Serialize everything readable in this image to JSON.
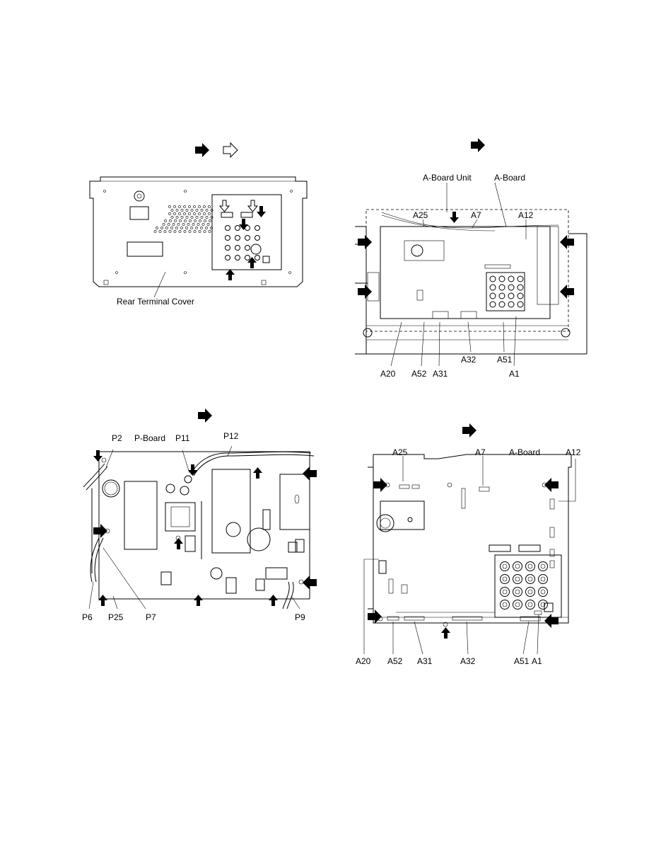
{
  "panel_rear_cover": {
    "label": "Rear Terminal Cover"
  },
  "panel_a_board_unit": {
    "labels": {
      "unit": "A-Board Unit",
      "board": "A-Board",
      "a25": "A25",
      "a7": "A7",
      "a12": "A12",
      "a20": "A20",
      "a52": "A52",
      "a31": "A31",
      "a32": "A32",
      "a51": "A51",
      "a1": "A1"
    }
  },
  "panel_p_board": {
    "labels": {
      "p2": "P2",
      "board": "P-Board",
      "p11": "P11",
      "p12": "P12",
      "p6": "P6",
      "p25": "P25",
      "p7": "P7",
      "p9": "P9"
    }
  },
  "panel_a_board": {
    "labels": {
      "a25": "A25",
      "a7": "A7",
      "board": "A-Board",
      "a12": "A12",
      "a20": "A20",
      "a52": "A52",
      "a31": "A31",
      "a32": "A32",
      "a51": "A51",
      "a1": "A1"
    }
  },
  "icons": {
    "filled_arrow": "black-arrow-icon",
    "outline_arrow": "outline-arrow-icon"
  }
}
